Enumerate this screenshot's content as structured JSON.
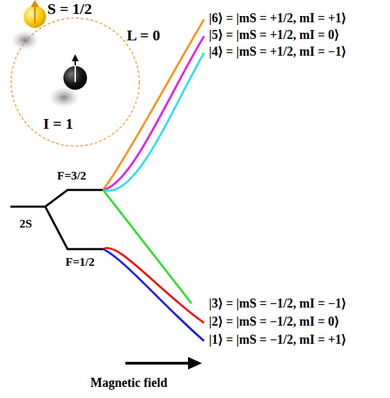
{
  "diagram": {
    "labels": [
      "S = 1/2",
      "L = 0",
      "|6⟩ = |mS = +1/2, mI = +1⟩",
      "|5⟩ = |mS = +1/2, mI = 0⟩",
      "|4⟩ = |mS = +1/2, mI = −1⟩",
      "I = 1",
      "F=3/2",
      "2S",
      "F=1/2",
      "|3⟩ = |mS = −1/2, mI = −1⟩",
      "|2⟩ = |mS = −1/2, mI = 0⟩",
      "|1⟩ = |mS = −1/2, mI = +1⟩",
      "Magnetic field"
    ]
  }
}
